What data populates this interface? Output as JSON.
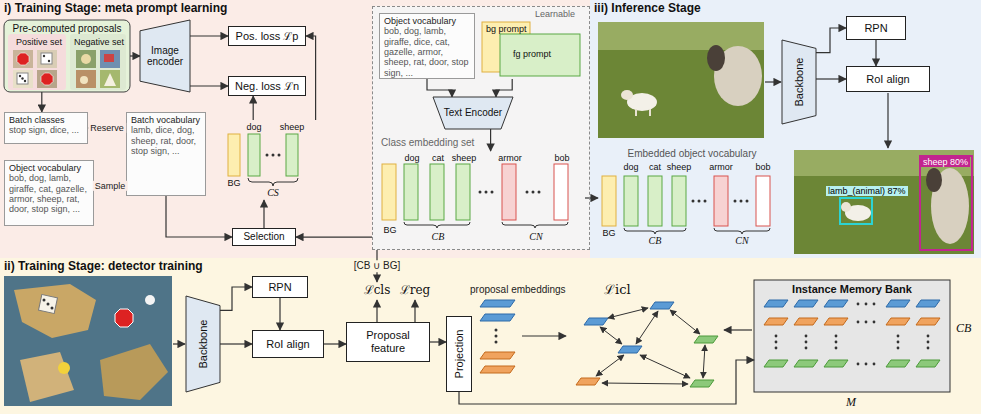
{
  "diagram": {
    "nodes": [
      {
        "text": [
          "i) Training Stage: meta prompt learning"
        ]
      },
      {
        "text": [
          "Pre-computed proposals",
          "Positive set",
          "Negative set"
        ],
        "in": 0
      },
      {
        "text": [
          "Image encoder"
        ],
        "in": 0
      },
      {
        "text": [
          "Pos. loss ℒp"
        ],
        "in": 0
      },
      {
        "text": [
          "Neg. loss ℒn"
        ],
        "in": 0
      },
      {
        "text": [
          "Batch classes",
          "stop sign, dice, ..."
        ],
        "in": 0
      },
      {
        "text": [
          "Object vocabulary",
          "bob, dog, lamb, giraffe, cat, gazelle, armor, sheep, rat, door, stop sign, ..."
        ],
        "in": 0
      },
      {
        "text": [
          "Batch vocabulary",
          "lamb, dice, dog, sheep, rat, door, stop sign, ..."
        ],
        "in": 0
      },
      {
        "text": [
          "dog",
          "sheep",
          "BG",
          "CS"
        ],
        "in": 0
      },
      {
        "text": [
          "Selection"
        ],
        "in": 0
      },
      {
        "text": [
          "Class embedding set"
        ],
        "in": 0
      },
      {
        "text": [
          "Object vocabulary",
          "bob, dog, lamb, giraffe, dice, cat, gazelle, armor, sheep, rat, door, stop sign, ..."
        ],
        "in": 10
      },
      {
        "text": [
          "Learnable",
          "bg prompt",
          "fg prompt"
        ],
        "in": 10
      },
      {
        "text": [
          "Text Encoder"
        ],
        "in": 10
      },
      {
        "text": [
          "dog",
          "cat",
          "sheep",
          "armor",
          "bob",
          "BG",
          "CB",
          "CN"
        ],
        "in": 10
      },
      {
        "text": [
          "iii) Inference Stage"
        ]
      },
      {
        "text": [
          "Backbone"
        ],
        "in": 15
      },
      {
        "text": [
          "RPN"
        ],
        "in": 15
      },
      {
        "text": [
          "RoI align"
        ],
        "in": 15
      },
      {
        "text": [
          "Embedded object vocabulary",
          "dog",
          "cat",
          "sheep",
          "armor",
          "bob",
          "BG",
          "CB",
          "CN"
        ],
        "in": 15
      },
      {
        "text": [
          "ii) Training Stage: detector training"
        ]
      },
      {
        "text": [
          "Backbone"
        ],
        "in": 20
      },
      {
        "text": [
          "RPN"
        ],
        "in": 20
      },
      {
        "text": [
          "RoI align"
        ],
        "in": 20
      },
      {
        "text": [
          "Proposal feature"
        ],
        "in": 20
      },
      {
        "text": [
          "ℒcls"
        ],
        "in": 20
      },
      {
        "text": [
          "ℒreg"
        ],
        "in": 20
      },
      {
        "text": [
          "Projection"
        ],
        "in": 20
      },
      {
        "text": [
          "Instance Memory Bank",
          "CB",
          "M"
        ],
        "in": 20
      }
    ],
    "edges": [
      {
        "from": 1,
        "to": 2,
        "arrow": "to"
      },
      {
        "from": 2,
        "to": 3,
        "arrow": "to"
      },
      {
        "from": 2,
        "to": 4,
        "arrow": "to"
      },
      {
        "from": 8,
        "to": 4,
        "arrow": "to"
      },
      {
        "from": 8,
        "to": 3,
        "arrow": "to"
      },
      {
        "from": 1,
        "to": 5,
        "arrow": "to"
      },
      {
        "from": 5,
        "to": 7,
        "arrow": "to",
        "label": "Reserve"
      },
      {
        "from": 6,
        "to": 7,
        "arrow": "to",
        "label": "Sample"
      },
      {
        "from": 7,
        "to": 9,
        "arrow": "to"
      },
      {
        "from": 9,
        "to": 8,
        "arrow": "to"
      },
      {
        "from": 10,
        "to": 9,
        "arrow": "to"
      },
      {
        "from": 11,
        "to": 13,
        "arrow": "to"
      },
      {
        "from": 12,
        "to": 13,
        "arrow": "to"
      },
      {
        "from": 13,
        "to": 14,
        "arrow": "to"
      },
      {
        "from": 14,
        "to": 19,
        "arrow": "to"
      },
      {
        "from": 10,
        "to": 25,
        "arrow": "to",
        "label": "[CB ∪ BG]"
      },
      {
        "from": 16,
        "to": 17,
        "arrow": "to"
      },
      {
        "from": 17,
        "to": 18,
        "arrow": "to"
      },
      {
        "from": 16,
        "to": 18,
        "arrow": "to"
      },
      {
        "from": 21,
        "to": 22,
        "arrow": "to"
      },
      {
        "from": 22,
        "to": 23,
        "arrow": "to"
      },
      {
        "from": 21,
        "to": 23,
        "arrow": "to"
      },
      {
        "from": 23,
        "to": 24,
        "arrow": "to"
      },
      {
        "from": 24,
        "to": 25,
        "arrow": "to"
      },
      {
        "from": 24,
        "to": 26,
        "arrow": "to"
      },
      {
        "from": 24,
        "to": 27,
        "arrow": "to"
      },
      {
        "from": 27,
        "to": 28,
        "arrow": "to"
      }
    ],
    "labels": [
      "sheep 80%",
      "lamb_(animal) 87%",
      "proposal embeddings",
      "ℒicl"
    ]
  }
}
